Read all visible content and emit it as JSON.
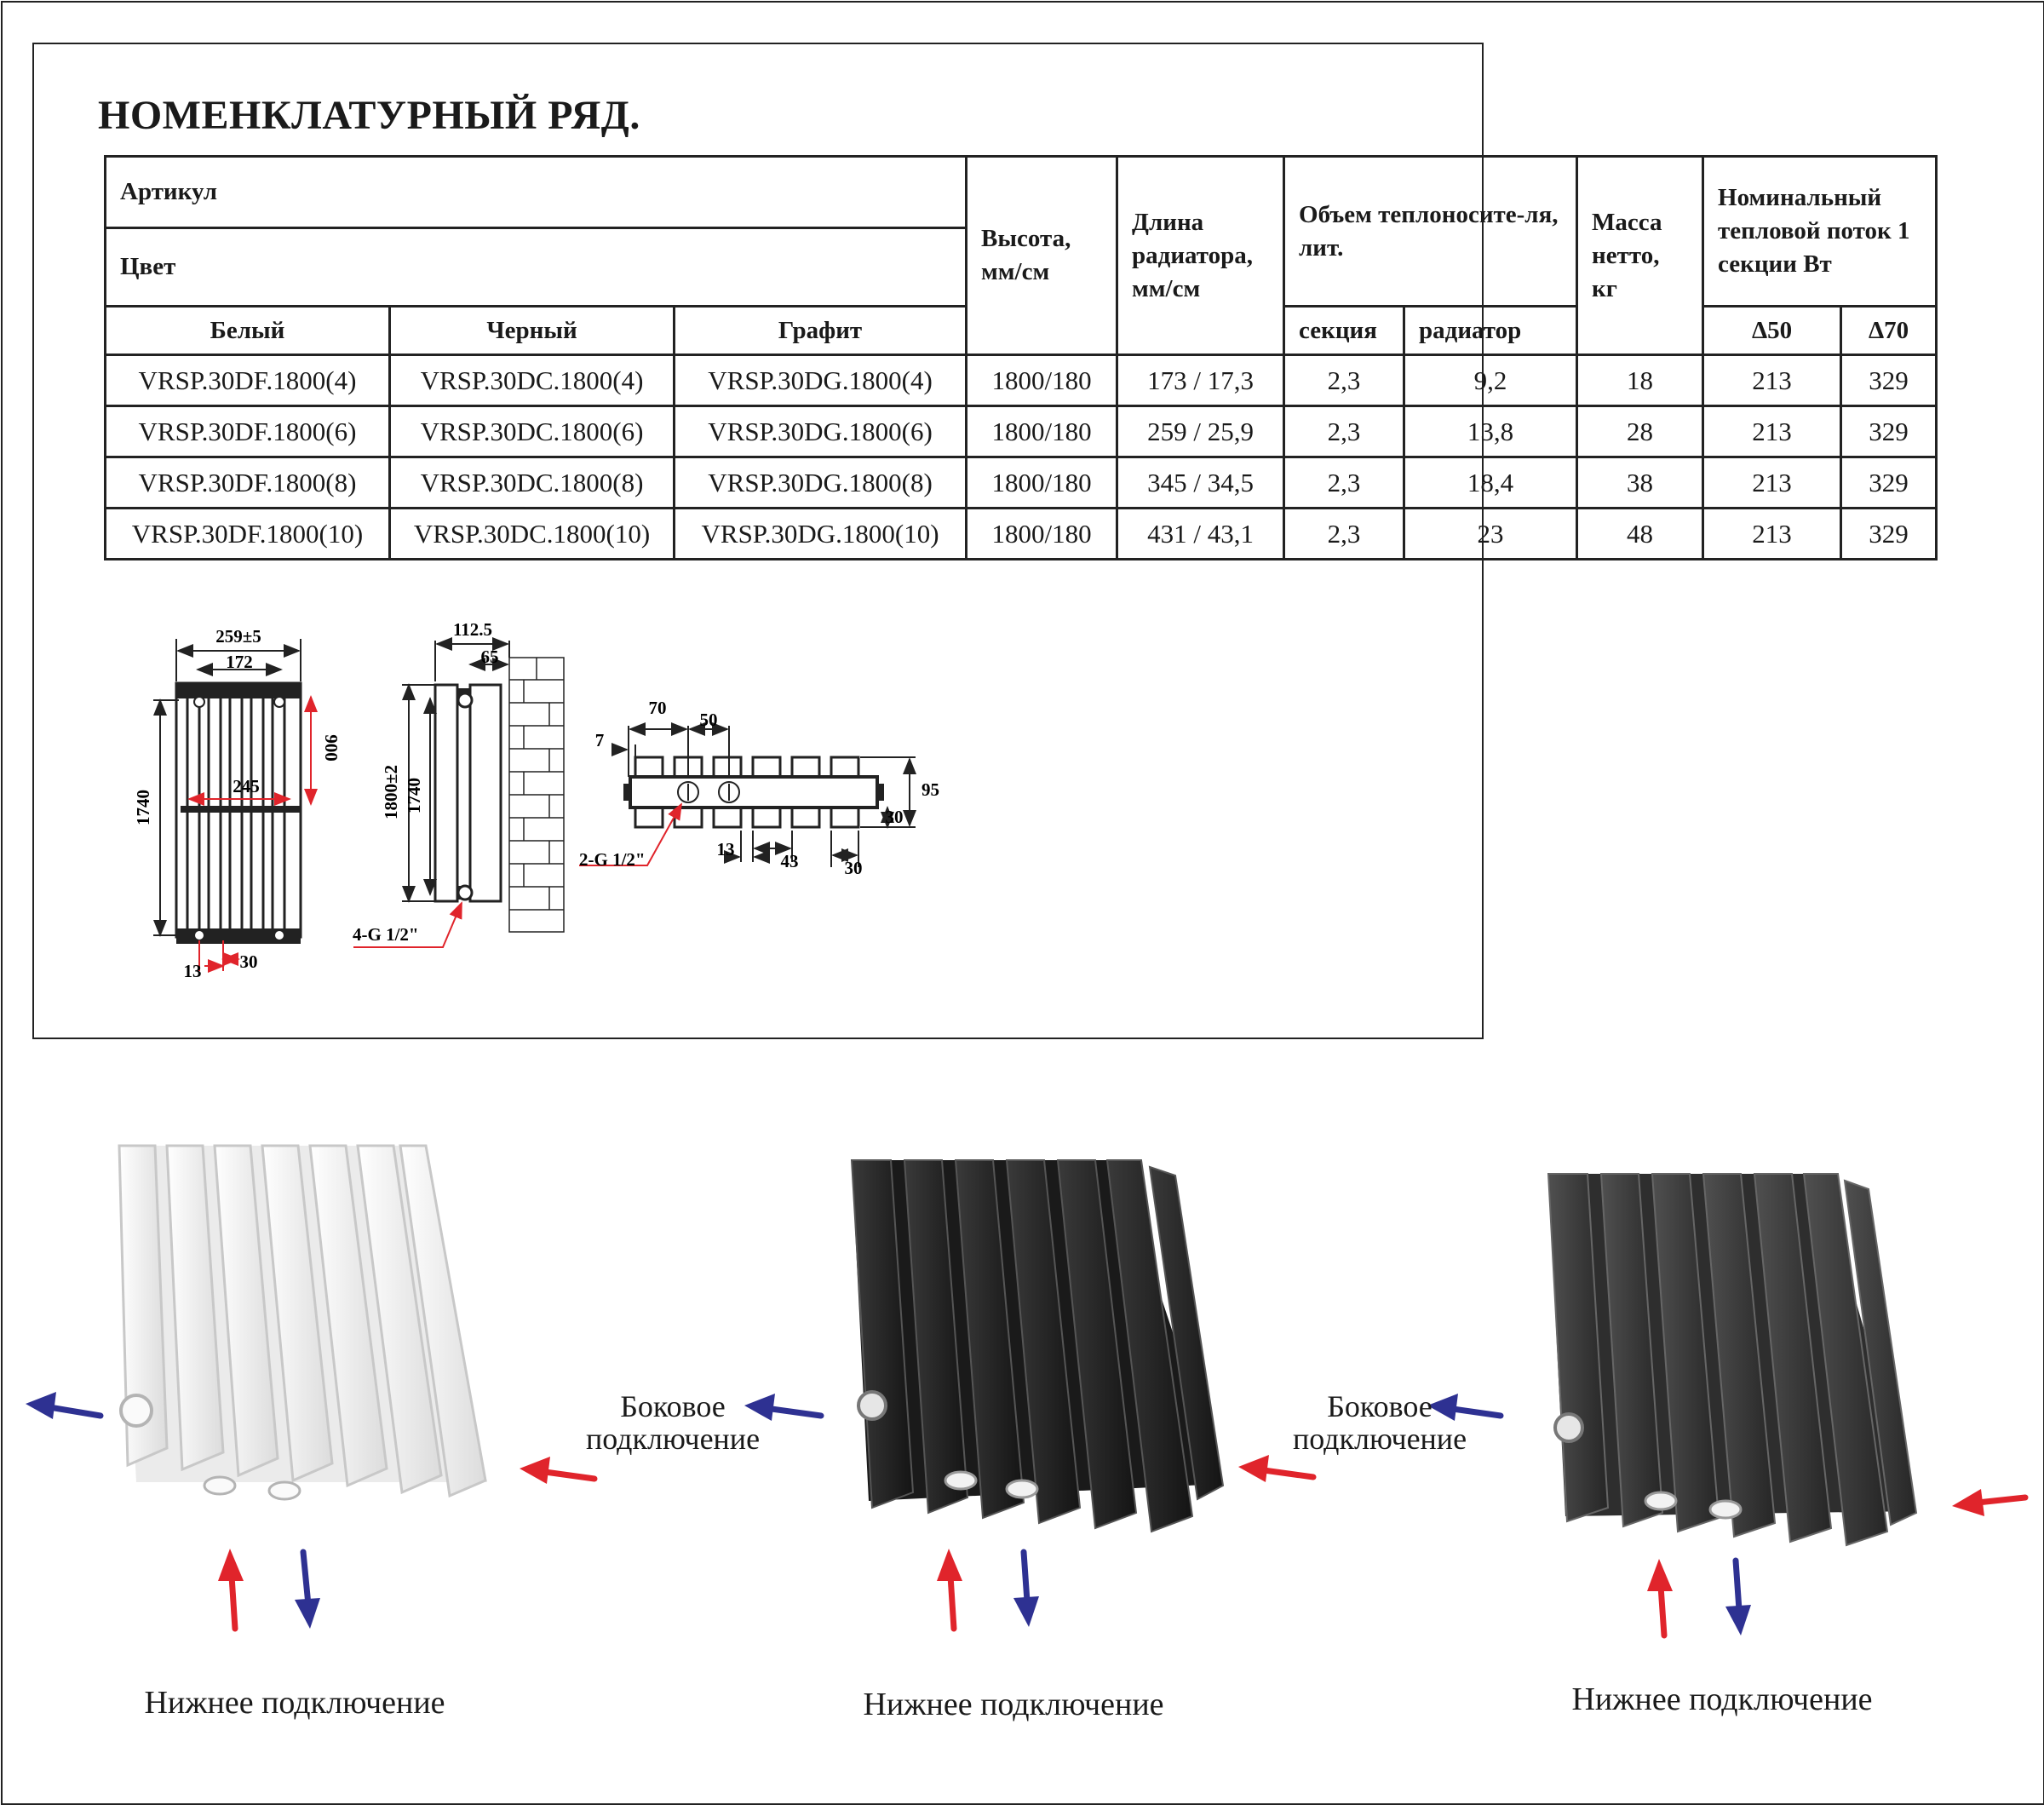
{
  "title": "НОМЕНКЛАТУРНЫЙ РЯД.",
  "table": {
    "h_article": "Артикул",
    "h_color": "Цвет",
    "h_white": "Белый",
    "h_black": "Черный",
    "h_graphite": "Графит",
    "h_height": "Высота, мм/см",
    "h_length": "Длина радиатора, мм/см",
    "h_volume": "Объем теплоносите-ля, лит.",
    "h_section": "секция",
    "h_radiator": "радиатор",
    "h_mass": "Масса нетто, кг",
    "h_flow": "Номинальный тепловой поток 1 секции Вт",
    "h_d50": "Δ50",
    "h_d70": "Δ70",
    "rows": [
      {
        "white": "VRSP.30DF.1800(4)",
        "black": "VRSP.30DC.1800(4)",
        "graphite": "VRSP.30DG.1800(4)",
        "height": "1800/180",
        "length": "173 / 17,3",
        "section": "2,3",
        "radiator": "9,2",
        "mass": "18",
        "d50": "213",
        "d70": "329"
      },
      {
        "white": "VRSP.30DF.1800(6)",
        "black": "VRSP.30DC.1800(6)",
        "graphite": "VRSP.30DG.1800(6)",
        "height": "1800/180",
        "length": "259 / 25,9",
        "section": "2,3",
        "radiator": "13,8",
        "mass": "28",
        "d50": "213",
        "d70": "329"
      },
      {
        "white": "VRSP.30DF.1800(8)",
        "black": "VRSP.30DC.1800(8)",
        "graphite": "VRSP.30DG.1800(8)",
        "height": "1800/180",
        "length": "345 / 34,5",
        "section": "2,3",
        "radiator": "18,4",
        "mass": "38",
        "d50": "213",
        "d70": "329"
      },
      {
        "white": "VRSP.30DF.1800(10)",
        "black": "VRSP.30DC.1800(10)",
        "graphite": "VRSP.30DG.1800(10)",
        "height": "1800/180",
        "length": "431 / 43,1",
        "section": "2,3",
        "radiator": "23",
        "mass": "48",
        "d50": "213",
        "d70": "329"
      }
    ]
  },
  "dims": {
    "front_width": "259±5",
    "front_inner": "172",
    "front_h1": "1740",
    "front_900": "900",
    "front_245": "245",
    "front_13": "13",
    "front_30": "30",
    "side_1125": "112.5",
    "side_65": "65",
    "side_h1": "1800±2",
    "side_h2": "1740",
    "side_conn": "4-G 1/2\"",
    "top_70": "70",
    "top_50": "50",
    "top_7": "7",
    "top_95": "95",
    "top_30a": "30",
    "top_13": "13",
    "top_43": "43",
    "top_30b": "30",
    "top_conn": "2-G 1/2\""
  },
  "photos": {
    "side_label_1": "Боковое",
    "side_label_2": "подключение",
    "bottom_label": "Нижнее подключение",
    "colors": {
      "white": "#f2f2f2",
      "black": "#2b2b2b",
      "graphite": "#3d3d3d",
      "red_arrow": "#e0242b",
      "blue_arrow": "#2e3192"
    }
  }
}
